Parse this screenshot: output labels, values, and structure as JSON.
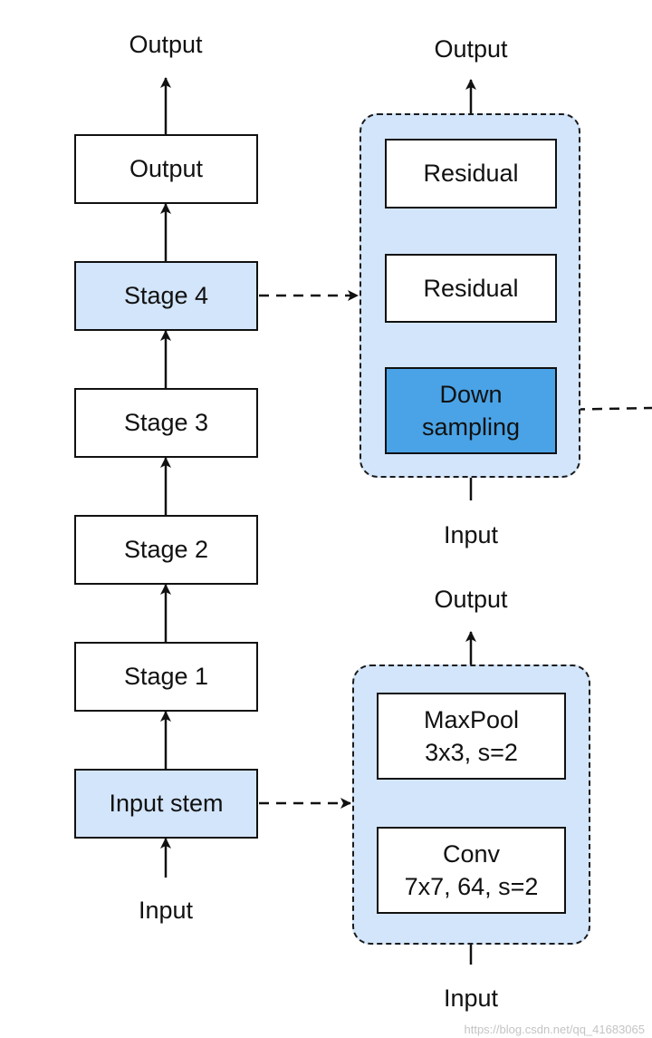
{
  "main_column": {
    "output_label": "Output",
    "input_label": "Input",
    "blocks": [
      "Output",
      "Stage 4",
      "Stage 3",
      "Stage 2",
      "Stage 1",
      "Input stem"
    ]
  },
  "stage_detail": {
    "output_label": "Output",
    "input_label": "Input",
    "blocks": [
      "Residual",
      "Residual",
      "Down",
      "sampling"
    ]
  },
  "stem_detail": {
    "output_label": "Output",
    "input_label": "Input",
    "maxpool": [
      "MaxPool",
      "3x3, s=2"
    ],
    "conv": [
      "Conv",
      "7x7, 64, s=2"
    ]
  },
  "colors": {
    "highlight": "#d3e5fa",
    "downsampling": "#4aa3e6",
    "border": "#111111"
  },
  "watermark": "https://blog.csdn.net/qq_41683065"
}
